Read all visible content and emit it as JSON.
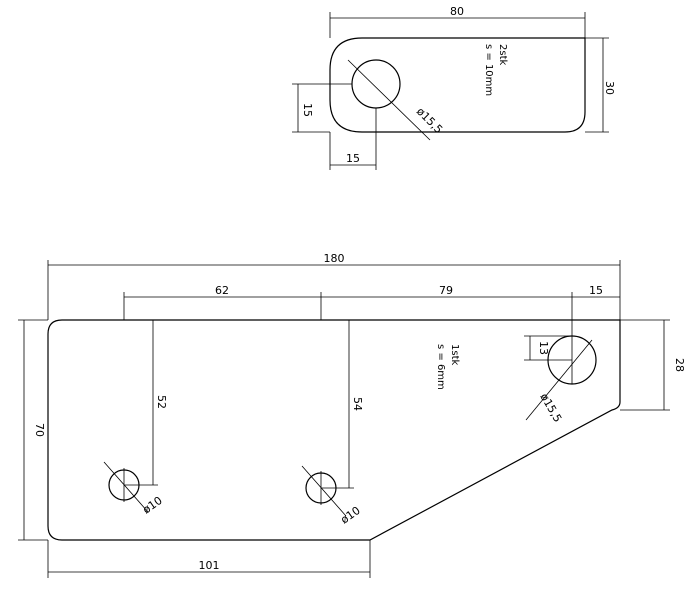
{
  "top_part": {
    "width_label": "80",
    "height_label": "30",
    "hole_offset_y_label": "15",
    "hole_offset_x_label": "15",
    "hole_diameter_label": "ø15,5",
    "qty_label": "2stk",
    "thickness_label": "s = 10mm"
  },
  "bottom_part": {
    "overall_width_label": "180",
    "spacing_1_label": "62",
    "spacing_2_label": "79",
    "spacing_3_label": "15",
    "height_label": "70",
    "right_height_label": "28",
    "small_hole_offset_label": "13",
    "hole_1_depth_label": "52",
    "hole_2_depth_label": "54",
    "hole_1_diameter_label": "ø10",
    "hole_2_diameter_label": "ø10",
    "large_hole_diameter_label": "ø15,5",
    "base_width_label": "101",
    "qty_label": "1stk",
    "thickness_label": "s = 6mm"
  },
  "colors": {
    "line": "#000000",
    "background": "#ffffff"
  }
}
